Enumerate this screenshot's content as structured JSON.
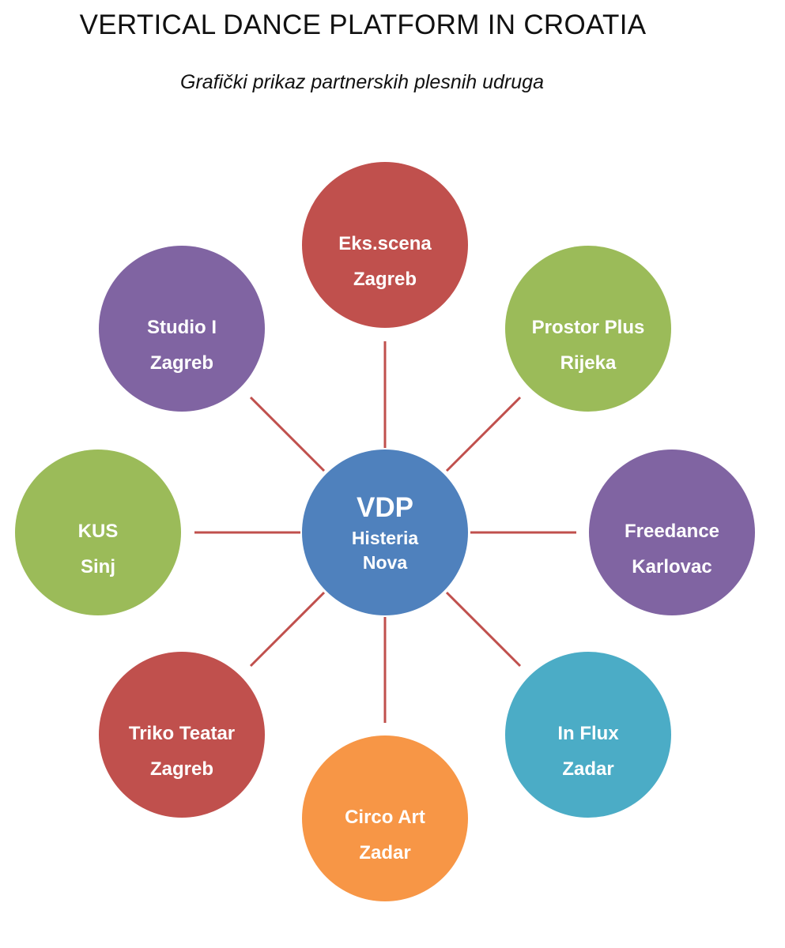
{
  "title": "VERTICAL DANCE PLATFORM IN CROATIA",
  "subtitle": "Grafički prikaz partnerskih plesnih udruga",
  "colors": {
    "connector": "#c0504d",
    "center": "#4f81bd",
    "red": "#c0504d",
    "green": "#9bbb59",
    "purple": "#8064a2",
    "teal": "#4bacc6",
    "orange": "#f79646"
  },
  "center": {
    "name": "VDP",
    "line1": "Histeria",
    "line2": "Nova",
    "color": "#4f81bd"
  },
  "nodes": [
    {
      "id": "eks-scena",
      "name": "Eks.scena",
      "city": "Zagreb",
      "color": "#c0504d"
    },
    {
      "id": "prostor-plus",
      "name": "Prostor Plus",
      "city": "Rijeka",
      "color": "#9bbb59"
    },
    {
      "id": "freedance",
      "name": "Freedance",
      "city": "Karlovac",
      "color": "#8064a2"
    },
    {
      "id": "in-flux",
      "name": "In Flux",
      "city": "Zadar",
      "color": "#4bacc6"
    },
    {
      "id": "circo-art",
      "name": "Circo Art",
      "city": "Zadar",
      "color": "#f79646"
    },
    {
      "id": "triko-teatar",
      "name": "Triko Teatar",
      "city": "Zagreb",
      "color": "#c0504d"
    },
    {
      "id": "kus",
      "name": "KUS",
      "city": "Sinj",
      "color": "#9bbb59"
    },
    {
      "id": "studio-i",
      "name": "Studio I",
      "city": "Zagreb",
      "color": "#8064a2"
    }
  ]
}
